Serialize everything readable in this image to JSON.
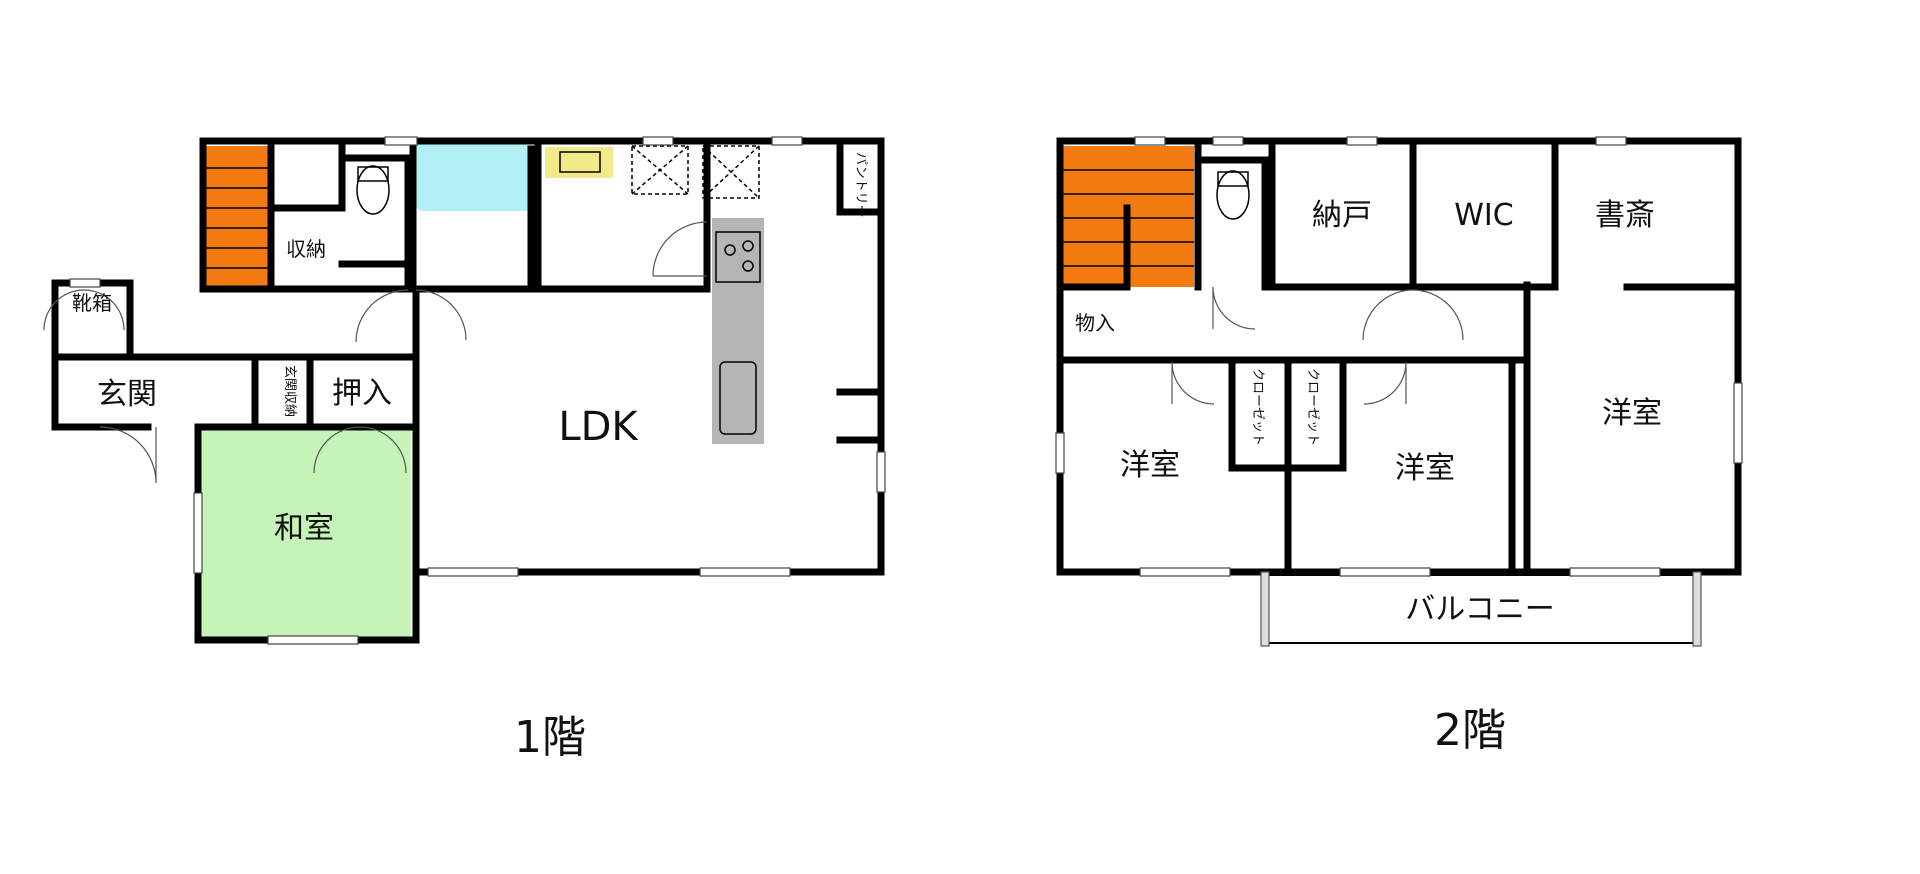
{
  "colors": {
    "stair": "#f47a12",
    "washitsu": "#c5f3b8",
    "bath": "#b2f0f5",
    "kitchen": "#b5b5b5",
    "wall": "#000000",
    "vanity": "#f2e98a"
  },
  "floor1": {
    "caption": "1階",
    "rooms": {
      "ldk": "LDK",
      "washitsu": "和室",
      "genkan": "玄関",
      "shoebox": "靴箱",
      "genkan_storage": "玄関収納",
      "oshiire": "押入",
      "storage": "収納",
      "pantry": "パントリー"
    }
  },
  "floor2": {
    "caption": "2階",
    "rooms": {
      "nando": "納戸",
      "wic": "WIC",
      "shosai": "書斎",
      "mono_ire": "物入",
      "closet_a": "クローゼット",
      "closet_b": "クローゼット",
      "yoshitsu_left": "洋室",
      "yoshitsu_center": "洋室",
      "yoshitsu_right": "洋室",
      "balcony": "バルコニー"
    }
  }
}
